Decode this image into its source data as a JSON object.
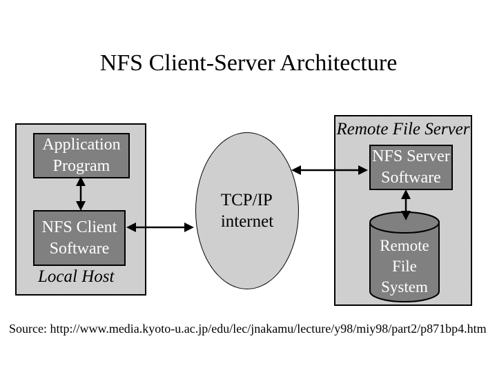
{
  "title": "NFS Client-Server Architecture",
  "local_host": {
    "label": "Local Host",
    "application_program": "Application\nProgram",
    "nfs_client": "NFS Client\nSoftware"
  },
  "network": {
    "label": "TCP/IP\ninternet"
  },
  "remote_server": {
    "label": "Remote File Server",
    "nfs_server": "NFS Server\nSoftware",
    "file_system": "Remote\nFile\nSystem"
  },
  "source_line": "Source: http://www.media.kyoto-u.ac.jp/edu/lec/jnakamu/lecture/y98/miy98/part2/p871bp4.htm",
  "colors": {
    "background": "#ffffff",
    "panel_halftone_dot": "#9f9f9f",
    "box_fill": "#808080",
    "outline": "#000000",
    "box_text": "#ffffff"
  }
}
